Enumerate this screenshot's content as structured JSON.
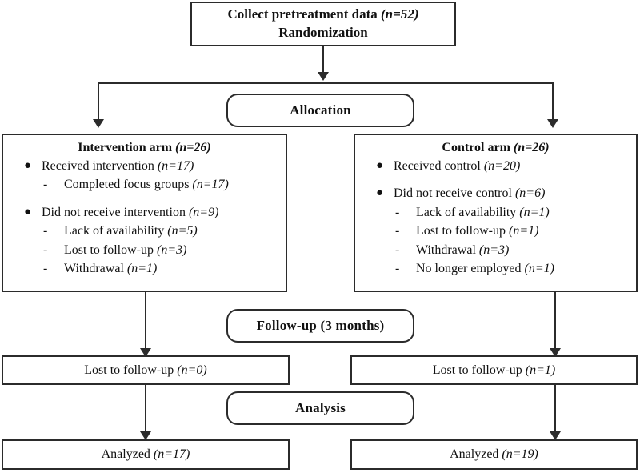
{
  "diagram": {
    "type": "consort-flow-diagram",
    "accent_color": "#2b2b2b",
    "background_color": "#ffffff"
  },
  "enrollment": {
    "line1_text": "Collect pretreatment data",
    "line1_n": "(n=52)",
    "line2_text": "Randomization"
  },
  "stages": {
    "allocation": "Allocation",
    "followup": "Follow-up (3 months)",
    "analysis": "Analysis"
  },
  "arms": {
    "intervention": {
      "heading_text": "Intervention arm",
      "heading_n": "(n=26)",
      "items": [
        {
          "level": 1,
          "text": "Received intervention",
          "n": "(n=17)"
        },
        {
          "level": 2,
          "text": "Completed focus groups",
          "n": "(n=17)"
        },
        {
          "level": 1,
          "text": "Did not receive intervention",
          "n": "(n=9)"
        },
        {
          "level": 2,
          "text": "Lack of availability",
          "n": "(n=5)"
        },
        {
          "level": 2,
          "text": "Lost to follow-up",
          "n": "(n=3)"
        },
        {
          "level": 2,
          "text": "Withdrawal",
          "n": "(n=1)"
        }
      ],
      "lost_text": "Lost to follow-up",
      "lost_n": "(n=0)",
      "analyzed_text": "Analyzed",
      "analyzed_n": "(n=17)"
    },
    "control": {
      "heading_text": "Control arm",
      "heading_n": "(n=26)",
      "items": [
        {
          "level": 1,
          "text": "Received control",
          "n": "(n=20)"
        },
        {
          "level": 1,
          "text": "Did not receive control",
          "n": "(n=6)"
        },
        {
          "level": 2,
          "text": "Lack of availability",
          "n": "(n=1)"
        },
        {
          "level": 2,
          "text": "Lost to follow-up",
          "n": "(n=1)"
        },
        {
          "level": 2,
          "text": "Withdrawal",
          "n": "(n=3)"
        },
        {
          "level": 2,
          "text": "No longer employed",
          "n": "(n=1)"
        }
      ],
      "lost_text": "Lost to follow-up",
      "lost_n": "(n=1)",
      "analyzed_text": "Analyzed",
      "analyzed_n": "(n=19)"
    }
  },
  "glyphs": {
    "bullet": "●",
    "dash": "-"
  }
}
